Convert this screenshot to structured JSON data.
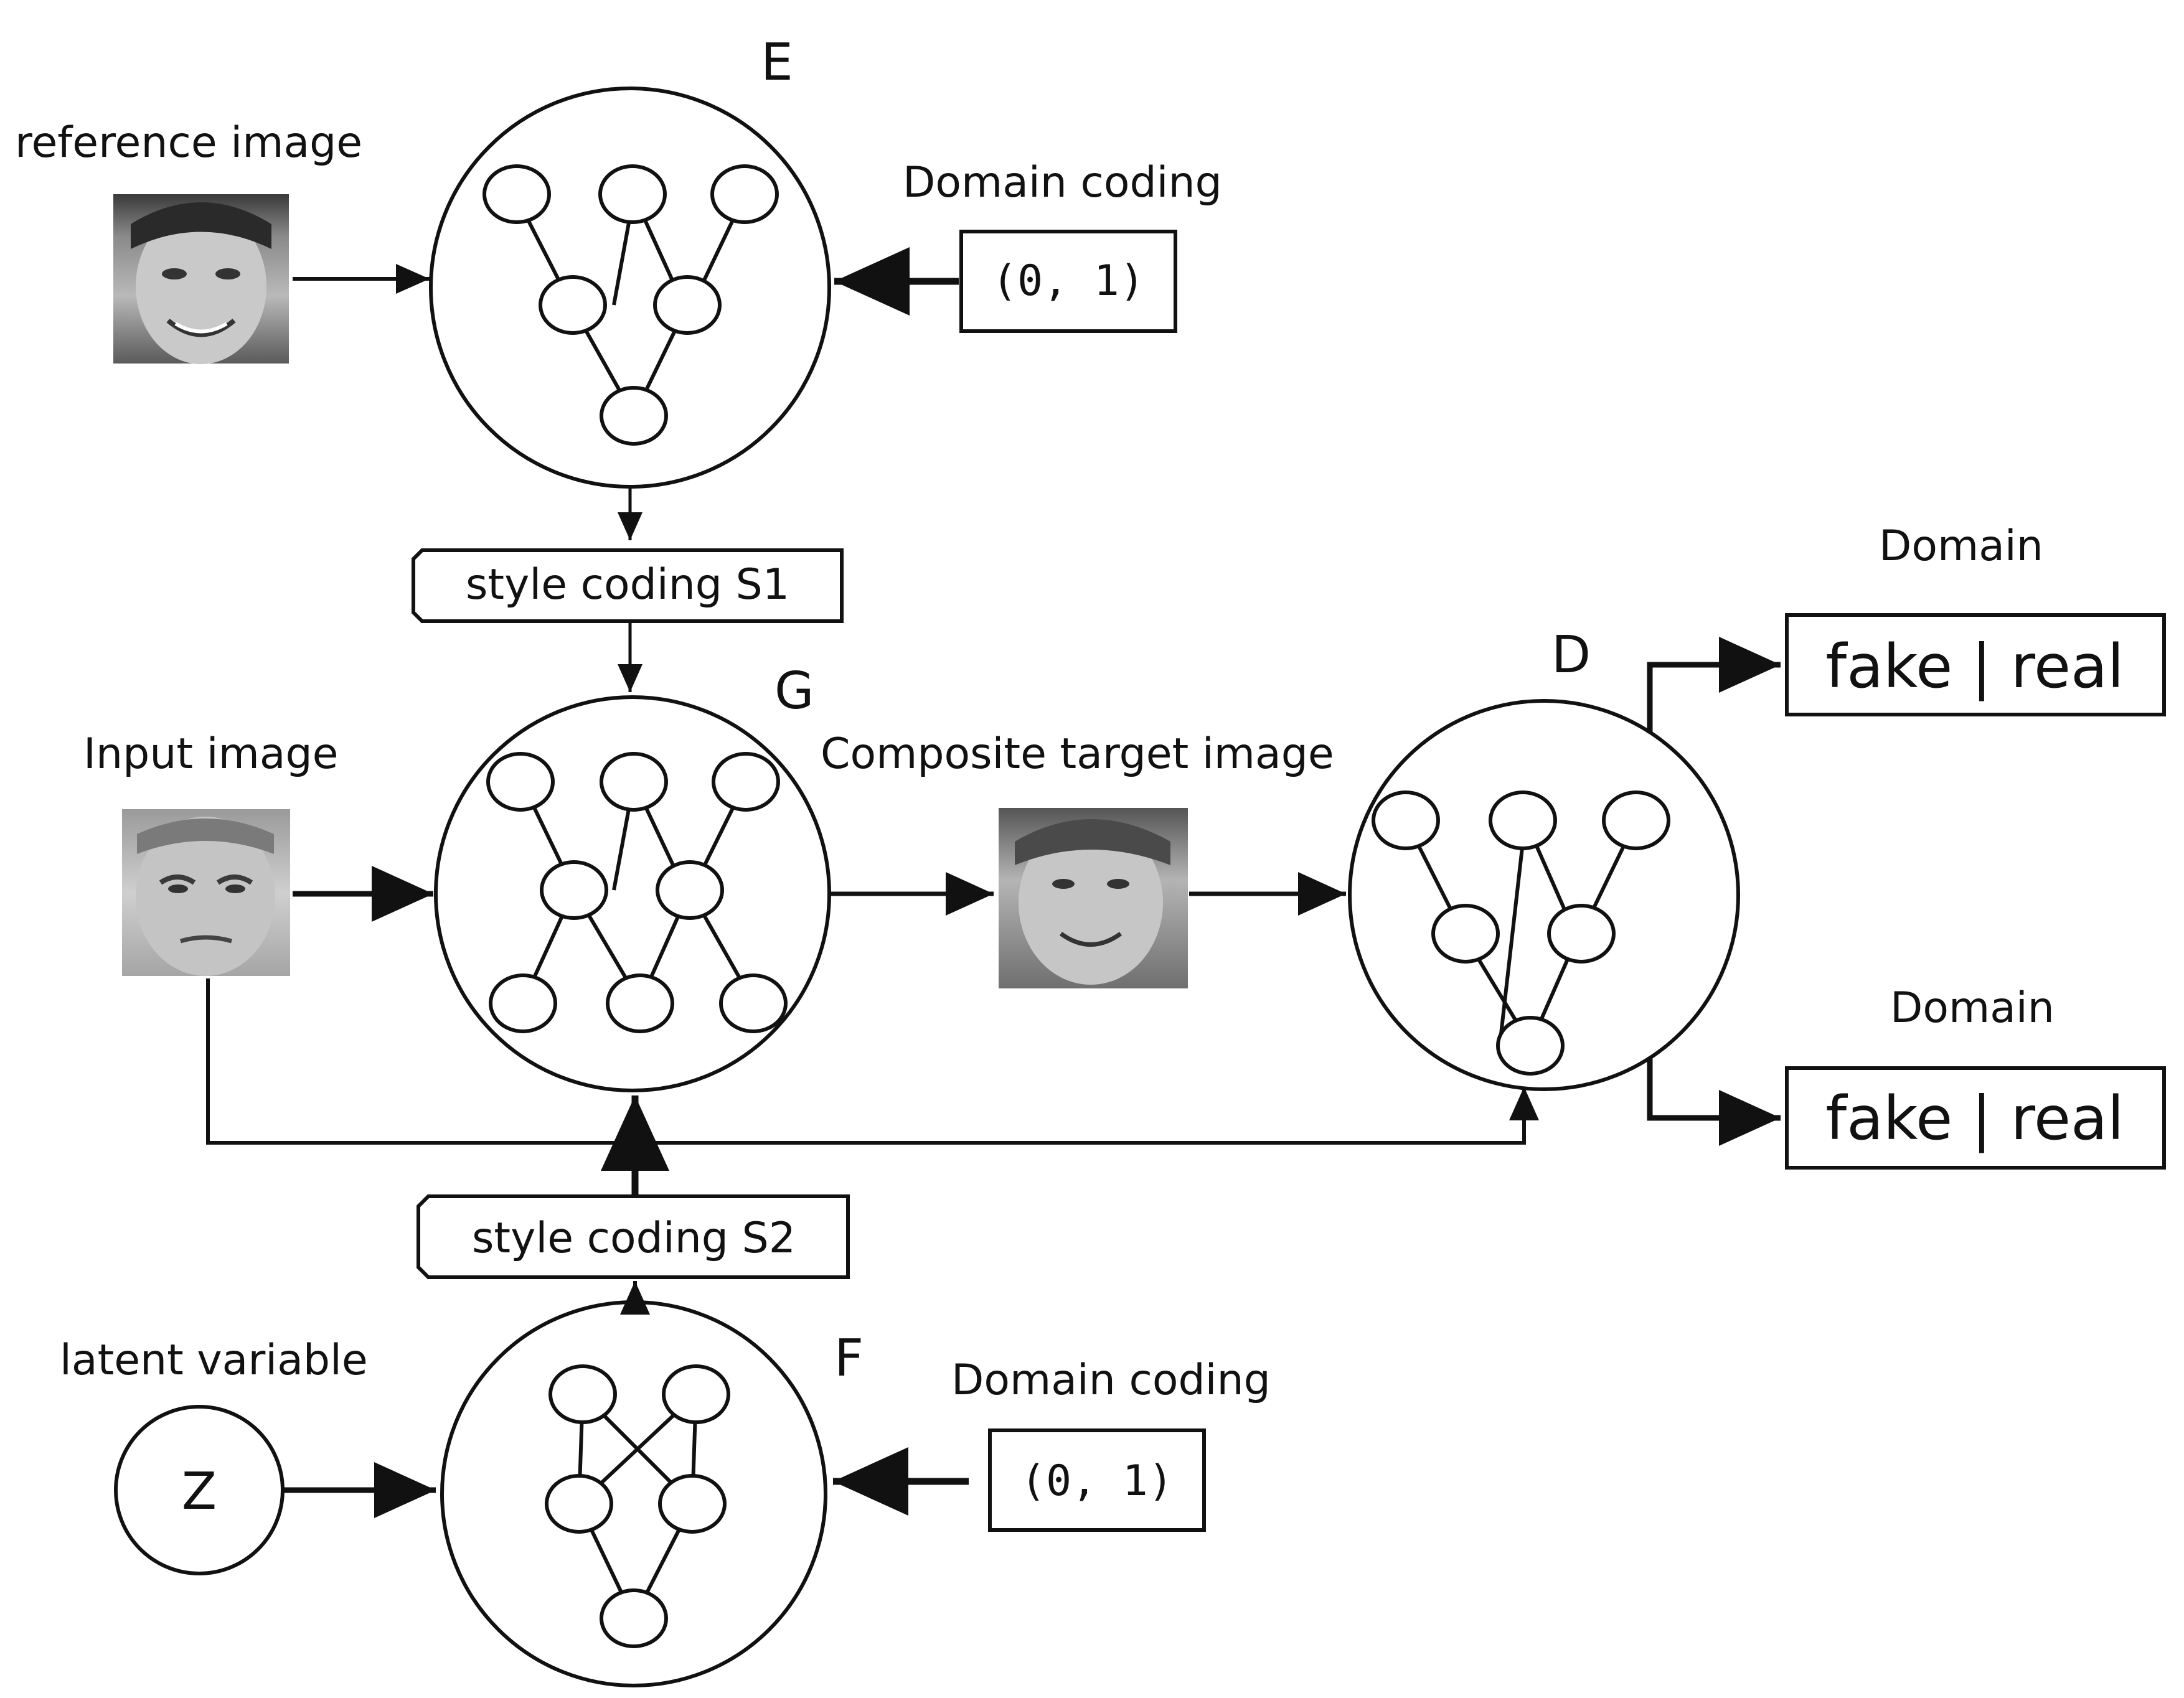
{
  "networks": {
    "encoder": {
      "letter": "E"
    },
    "generator": {
      "letter": "G"
    },
    "discriminator": {
      "letter": "D"
    },
    "mapping": {
      "letter": "F"
    }
  },
  "inputs": {
    "reference_image_label": "reference image",
    "input_image_label": "Input image",
    "composite_image_label": "Composite target image",
    "latent_label": "latent variable",
    "latent_symbol": "Z"
  },
  "domain_coding": {
    "top_label": "Domain coding",
    "top_value": "(0,  1)",
    "bottom_label": "Domain coding",
    "bottom_value": "(0,  1)"
  },
  "style_codes": {
    "s1": "style coding S1",
    "s2": "style coding S2"
  },
  "outputs": {
    "top_label": "Domain",
    "top_value": "fake | real",
    "bottom_label": "Domain",
    "bottom_value": "fake | real"
  }
}
